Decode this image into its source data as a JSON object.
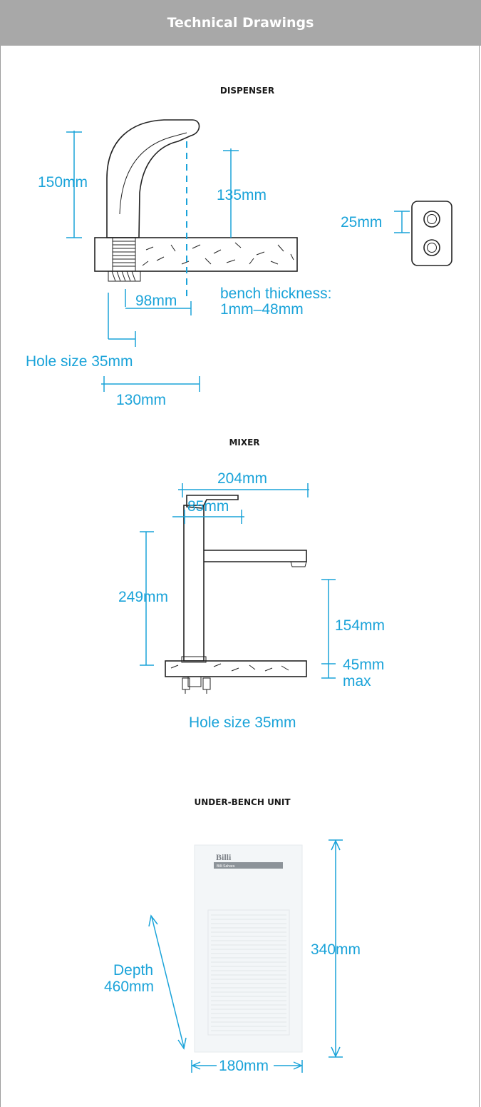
{
  "header": {
    "title": "Technical Drawings"
  },
  "colors": {
    "header_bg": "#a8a8a8",
    "dimension": "#1aa3d9",
    "ink": "#222222"
  },
  "dispenser": {
    "title": "DISPENSER",
    "height_label": "150mm",
    "spout_height_label": "135mm",
    "button_label": "25mm",
    "reach_label": "98mm",
    "bench_label_line1": "bench thickness:",
    "bench_label_line2": "1mm–48mm",
    "hole_label": "Hole size 35mm",
    "base_label": "130mm"
  },
  "mixer": {
    "title": "MIXER",
    "reach_label": "204mm",
    "handle_label": "85mm",
    "height_label": "249mm",
    "spout_height_label": "154mm",
    "bench_label_line1": "45mm",
    "bench_label_line2": "max",
    "hole_label": "Hole size 35mm"
  },
  "underbench": {
    "title": "UNDER-BENCH UNIT",
    "brand": "Billi",
    "model": "Billi Sahara",
    "height_label": "340mm",
    "depth_label_line1": "Depth",
    "depth_label_line2": "460mm",
    "width_label": "180mm"
  }
}
